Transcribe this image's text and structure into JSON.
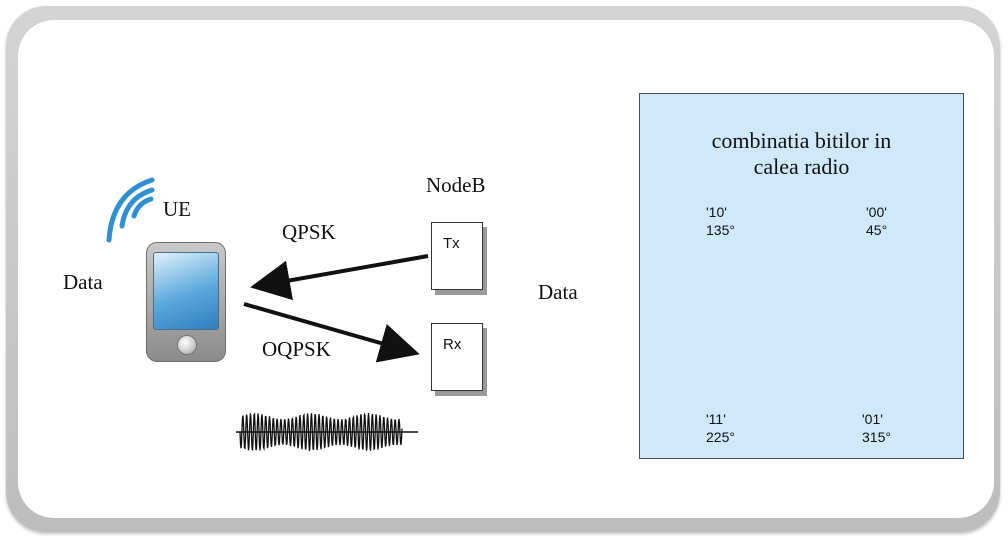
{
  "ue": {
    "label": "UE",
    "data_label": "Data"
  },
  "nodeb": {
    "label": "NodeB",
    "tx_label": "Tx",
    "rx_label": "Rx",
    "data_label": "Data"
  },
  "links": {
    "downlink_label": "QPSK",
    "uplink_label": "OQPSK"
  },
  "constellation": {
    "title_line1": "combinatia bitilor in",
    "title_line2": "calea radio",
    "points": [
      {
        "bits": "'10'",
        "angle": "135°"
      },
      {
        "bits": "'00'",
        "angle": "45°"
      },
      {
        "bits": "'11'",
        "angle": "225°"
      },
      {
        "bits": "'01'",
        "angle": "315°"
      }
    ]
  },
  "colors": {
    "constellation_bg": "#cfe9fb",
    "phone_screen": "#5aa7dc",
    "frame": "#c8c8c8"
  },
  "icons": [
    "signal-waves-icon",
    "mobile-phone-icon",
    "waveform-icon"
  ]
}
